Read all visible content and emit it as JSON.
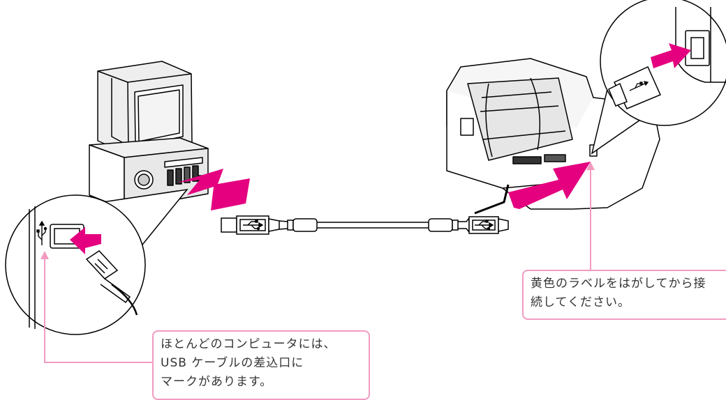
{
  "callouts": {
    "usb_mark": {
      "lines": [
        "ほとんどのコンピュータには、",
        "USB ケーブルの差込口に",
        "マークがあります。"
      ]
    },
    "label": {
      "lines": [
        "黄色のラベルをはがしてから接",
        "続してください。"
      ]
    }
  },
  "colors": {
    "accent_pink": "#e4007f",
    "callout_border": "#f29bc1",
    "line": "#000000"
  },
  "icons": [
    "computer",
    "usb-cable",
    "printer",
    "usb-port",
    "usb-symbol",
    "arrow"
  ]
}
